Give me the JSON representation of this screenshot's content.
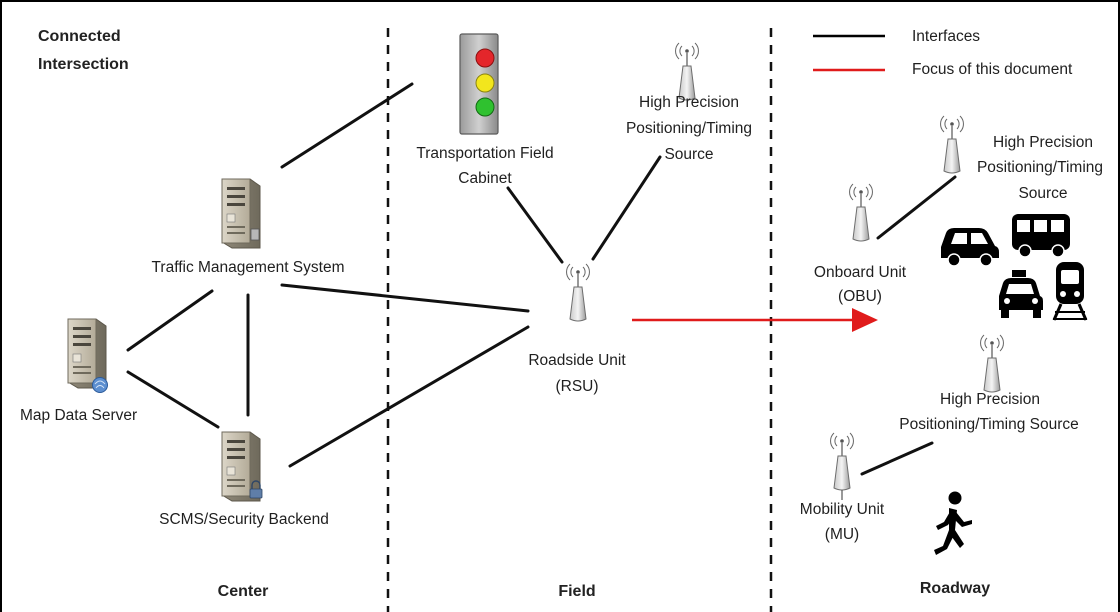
{
  "title": [
    "Connected",
    "Intersection"
  ],
  "legend": {
    "interfaces_label": "Interfaces",
    "focus_label": "Focus of this document",
    "interfaces_color": "#000000",
    "focus_color": "#e01b1b"
  },
  "zones": {
    "center": "Center",
    "field": "Field",
    "roadway": "Roadway"
  },
  "nodes": {
    "tms": "Traffic Management System",
    "map": "Map Data Server",
    "scms": "SCMS/Security Backend",
    "cabinet": [
      "Transportation Field",
      "Cabinet"
    ],
    "hpp_field": [
      "High Precision",
      "Positioning/Timing",
      "Source"
    ],
    "rsu": [
      "Roadside Unit",
      "(RSU)"
    ],
    "obu": [
      "Onboard Unit",
      "(OBU)"
    ],
    "hpp_obu": [
      "High Precision",
      "Positioning/Timing",
      "Source"
    ],
    "hpp_mu": [
      "High Precision",
      "Positioning/Timing Source"
    ],
    "mu": [
      "Mobility Unit",
      "(MU)"
    ]
  },
  "icons": {
    "server": "server-icon",
    "antenna": "antenna-icon",
    "traffic_light": "traffic-light-icon",
    "car": "car-icon",
    "bus": "bus-icon",
    "taxi": "taxi-icon",
    "train": "train-icon",
    "pedestrian": "pedestrian-icon"
  },
  "colors": {
    "light_red": "#e4262b",
    "light_yellow": "#f2e61d",
    "light_green": "#2fc12f",
    "focus_arrow": "#e01b1b"
  }
}
